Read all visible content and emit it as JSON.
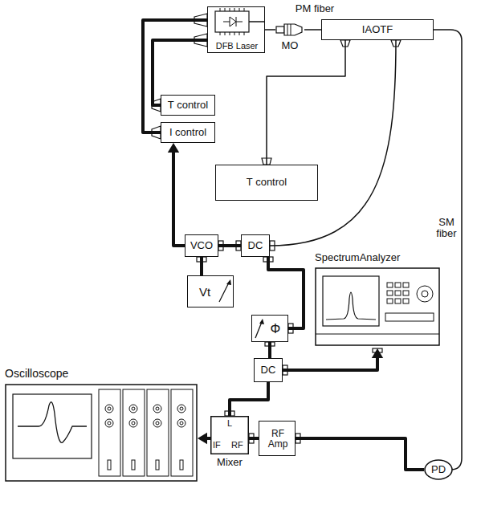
{
  "diagram": {
    "nodes": [
      {
        "text": [
          "DFB Laser"
        ]
      },
      {
        "text": [
          "MO"
        ]
      },
      {
        "text": [
          "IAOTF"
        ]
      },
      {
        "text": [
          "T control"
        ]
      },
      {
        "text": [
          "I control"
        ]
      },
      {
        "text": [
          "T control"
        ]
      },
      {
        "text": [
          "VCO"
        ]
      },
      {
        "text": [
          "DC"
        ]
      },
      {
        "text": [
          "Vt"
        ]
      },
      {
        "text": [
          "Φ"
        ]
      },
      {
        "text": [
          "DC"
        ]
      },
      {
        "text": [
          "SpectrumAnalyzer"
        ]
      },
      {
        "text": [
          "Oscilloscope"
        ]
      },
      {
        "text": [
          "Mixer",
          "L",
          "IF",
          "RF"
        ]
      },
      {
        "text": [
          "RF Amp"
        ]
      },
      {
        "text": [
          "PD"
        ]
      }
    ],
    "edges": [
      {
        "from": 0,
        "to": 1,
        "arrow": "none"
      },
      {
        "from": 1,
        "to": 2,
        "label": "PM fiber",
        "arrow": "none"
      },
      {
        "from": 2,
        "to": 15,
        "label": "SM fiber",
        "arrow": "none"
      },
      {
        "from": 0,
        "to": 3,
        "arrow": "none"
      },
      {
        "from": 0,
        "to": 4,
        "arrow": "none"
      },
      {
        "from": 6,
        "to": 4,
        "arrow": "to"
      },
      {
        "from": 2,
        "to": 5,
        "arrow": "none"
      },
      {
        "from": 6,
        "to": 7,
        "arrow": "none"
      },
      {
        "from": 7,
        "to": 2,
        "arrow": "none"
      },
      {
        "from": 6,
        "to": 8,
        "arrow": "none"
      },
      {
        "from": 7,
        "to": 9,
        "arrow": "none"
      },
      {
        "from": 9,
        "to": 10,
        "arrow": "none"
      },
      {
        "from": 10,
        "to": 11,
        "arrow": "to"
      },
      {
        "from": 10,
        "to": 13,
        "arrow": "none"
      },
      {
        "from": 13,
        "to": 12,
        "arrow": "to"
      },
      {
        "from": 14,
        "to": 13,
        "arrow": "none"
      },
      {
        "from": 15,
        "to": 14,
        "arrow": "none"
      }
    ]
  }
}
